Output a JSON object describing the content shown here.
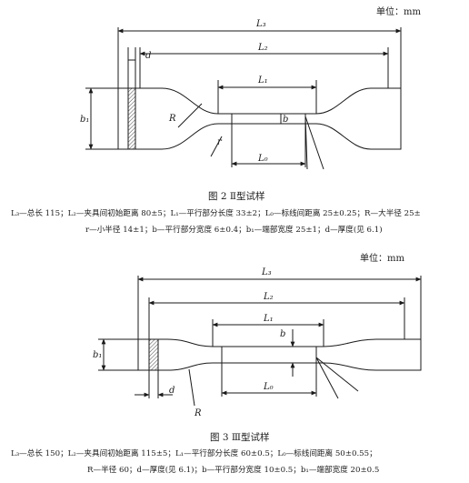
{
  "units_label": "单位：mm",
  "figure2": {
    "caption": "图 2  Ⅱ型试样",
    "legend_line1": "L₃—总长 115；L₂—夹具间初始距离 80±5；L₁—平行部分长度 33±2；L₀—标线间距离 25±0.25；R—大半径 25±",
    "legend_line2": "r—小半径 14±1；b—平行部分宽度 6±0.4；b₁—端部宽度 25±1；d—厚度(见 6.1)",
    "labels": {
      "L3": "L₃",
      "L2": "L₂",
      "L1": "L₁",
      "L0": "L₀",
      "d": "d",
      "b1": "b₁",
      "b": "b",
      "R": "R",
      "r": "r"
    }
  },
  "figure3": {
    "caption": "图 3  Ⅲ型试样",
    "legend_line1": "L₃—总长 150；L₂—夹具间初始距离 115±5；L₁—平行部分长度 60±0.5；L₀—标线间距离 50±0.55；",
    "legend_line2": "R—半径 60；d—厚度(见 6.1)；b—平行部分宽度 10±0.5；b₁—端部宽度 20±0.5",
    "labels": {
      "L3": "L₃",
      "L2": "L₂",
      "L1": "L₁",
      "L0": "L₀",
      "d": "d",
      "b1": "b₁",
      "b": "b",
      "R": "R"
    }
  }
}
